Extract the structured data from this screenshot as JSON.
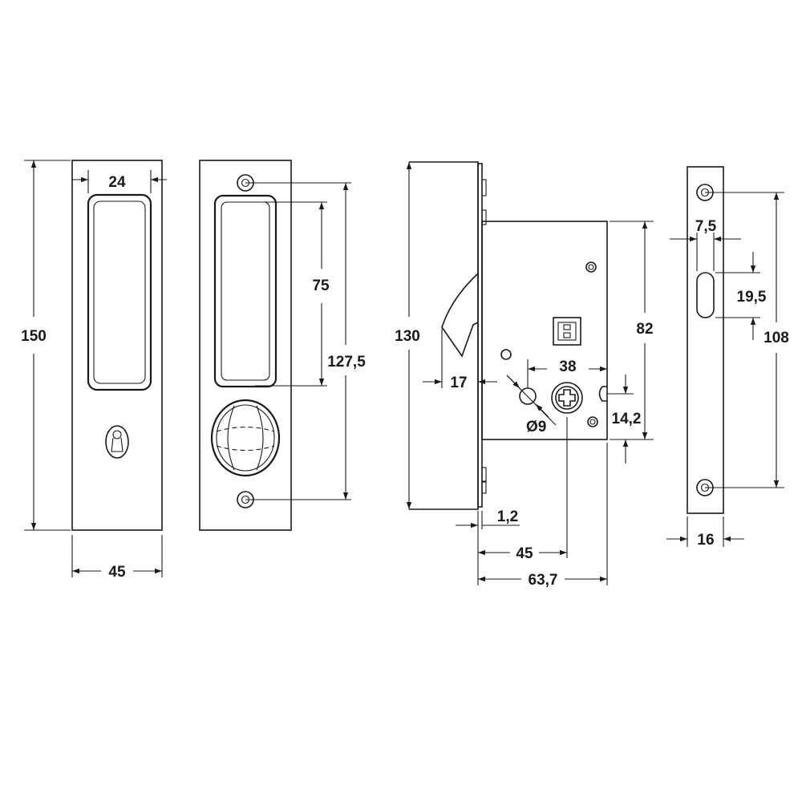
{
  "dimensions": {
    "front_handle_width": "24",
    "front_height": "150",
    "front_width": "45",
    "back_recess_length": "75",
    "back_screw_spacing": "127,5",
    "lock_height": "130",
    "hook_depth": "17",
    "mechanism_height": "82",
    "spindle_offset": "38",
    "hole_diameter": "Ø9",
    "hole_offset": "14,2",
    "faceplate_thickness": "1,2",
    "backset": "45",
    "case_depth": "63,7",
    "strike_slot_width": "7,5",
    "strike_slot_length": "19,5",
    "strike_screw_spacing": "108",
    "strike_width": "16"
  },
  "colors": {
    "line": "#1a1a1a",
    "background": "#ffffff"
  }
}
